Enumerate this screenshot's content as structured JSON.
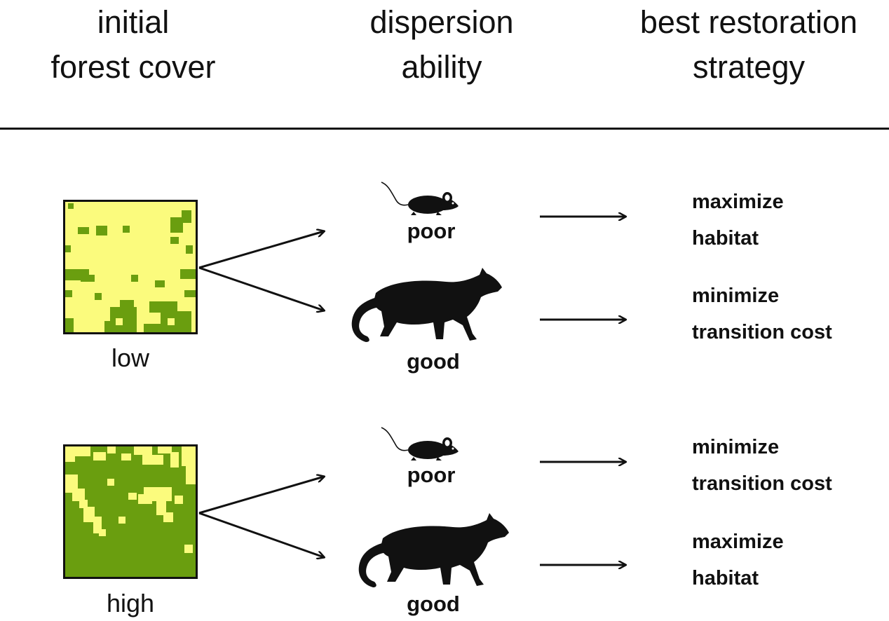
{
  "headers": {
    "forest_cover": [
      "initial",
      "forest cover"
    ],
    "dispersion": [
      "dispersion",
      "ability"
    ],
    "strategy": [
      "best restoration",
      "strategy"
    ]
  },
  "rows": [
    {
      "forest_cover": "low",
      "branches": [
        {
          "dispersion": "poor",
          "animal": "mouse-icon",
          "strategy": [
            "maximize",
            "habitat"
          ]
        },
        {
          "dispersion": "good",
          "animal": "cat-icon",
          "strategy": [
            "minimize",
            "transition cost"
          ]
        }
      ]
    },
    {
      "forest_cover": "high",
      "branches": [
        {
          "dispersion": "poor",
          "animal": "mouse-icon",
          "strategy": [
            "minimize",
            "transition cost"
          ]
        },
        {
          "dispersion": "good",
          "animal": "cat-icon",
          "strategy": [
            "maximize",
            "habitat"
          ]
        }
      ]
    }
  ],
  "colors": {
    "habitat_green": "#6a9e0f",
    "matrix_yellow": "#fbfb7d",
    "ink": "#111111"
  }
}
